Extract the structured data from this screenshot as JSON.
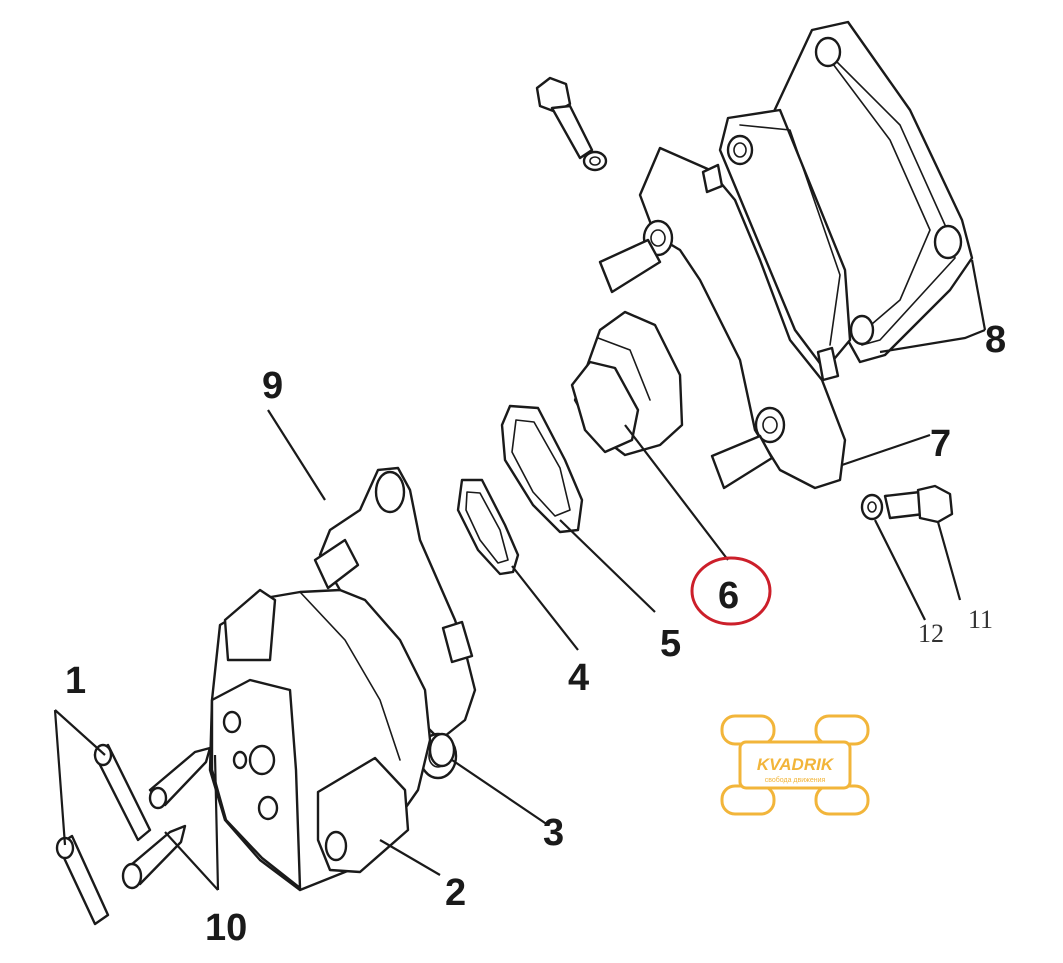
{
  "labels": {
    "l1": "1",
    "l2": "2",
    "l3": "3",
    "l4": "4",
    "l5": "5",
    "l6": "6",
    "l7": "7",
    "l8": "8",
    "l9": "9",
    "l10": "10",
    "l11": "11",
    "l12": "12"
  },
  "highlight": {
    "label": "6",
    "color": "#cc1f2a"
  },
  "watermark": {
    "brand": "KVADRIK",
    "tagline": "свобода движения",
    "color": "#f2b53a"
  }
}
